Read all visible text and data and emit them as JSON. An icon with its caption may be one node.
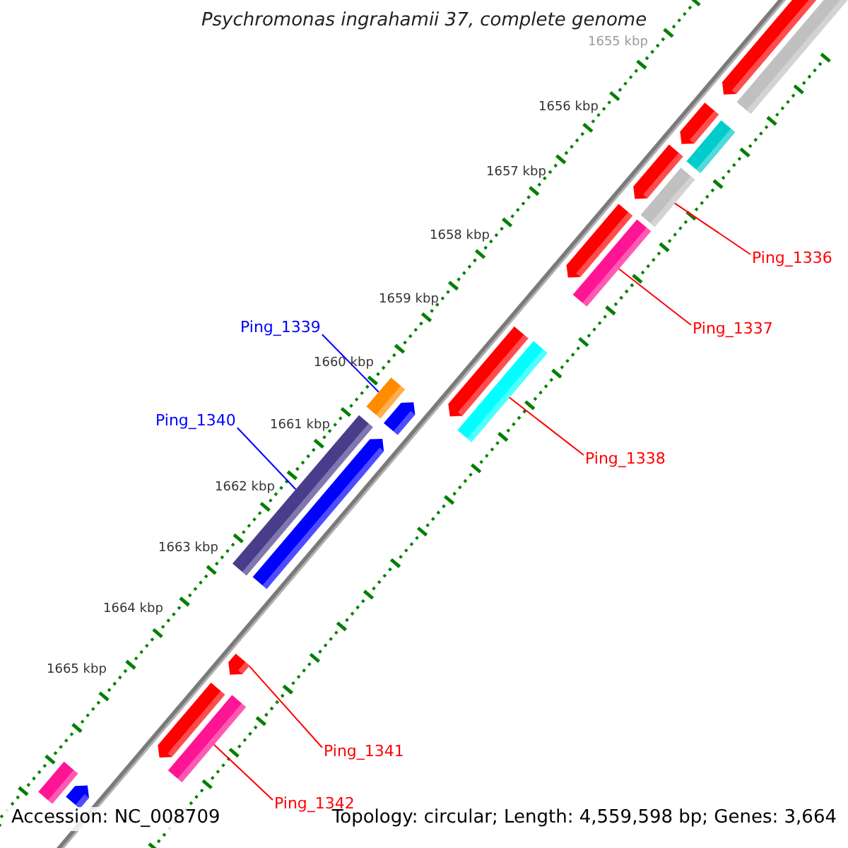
{
  "diagram": {
    "title": "Psychromonas ingrahamii 37, complete genome",
    "nodes": [
      {
        "text": [
          "Ping_1336"
        ]
      },
      {
        "text": [
          "Ping_1339"
        ]
      },
      {
        "text": [
          "Ping_1337"
        ]
      },
      {
        "text": [
          "Ping_1340"
        ]
      },
      {
        "text": [
          "Ping_1338"
        ]
      },
      {
        "text": [
          "Ping_1341"
        ]
      },
      {
        "text": [
          "Ping_1342"
        ]
      },
      {
        "text": [],
        "shape": "bar"
      },
      {
        "text": [],
        "shape": "bar"
      },
      {
        "text": [],
        "shape": "bar"
      },
      {
        "text": [],
        "shape": "bar"
      },
      {
        "text": [],
        "shape": "bar"
      },
      {
        "text": [],
        "shape": "bar"
      },
      {
        "text": [],
        "shape": "bar"
      },
      {
        "text": [],
        "shape": "bar"
      },
      {
        "text": [],
        "shape": "bar"
      },
      {
        "text": [],
        "shape": "bar"
      },
      {
        "text": [],
        "shape": "bar"
      },
      {
        "text": [],
        "shape": "bar"
      },
      {
        "text": [],
        "shape": "bar"
      },
      {
        "text": [],
        "shape": "bar"
      },
      {
        "text": [],
        "shape": "bar"
      },
      {
        "text": [],
        "shape": "bar"
      },
      {
        "text": [],
        "shape": "bar"
      },
      {
        "text": [],
        "shape": "bar"
      },
      {
        "text": [],
        "shape": "bar"
      }
    ],
    "edges": [
      {
        "from": 0,
        "to": 12,
        "arrow": "none"
      },
      {
        "from": 1,
        "to": 17,
        "arrow": "none",
        "color": "#0000ff"
      },
      {
        "from": 2,
        "to": 14,
        "arrow": "none"
      },
      {
        "from": 3,
        "to": 19,
        "arrow": "none",
        "color": "#0000ff"
      },
      {
        "from": 4,
        "to": 16,
        "arrow": "none"
      },
      {
        "from": 5,
        "to": 21,
        "arrow": "none"
      },
      {
        "from": 6,
        "to": 23,
        "arrow": "none"
      }
    ],
    "labels": [
      "1655 kbp",
      "1656 kbp",
      "1657 kbp",
      "1658 kbp",
      "1659 kbp",
      "1660 kbp",
      "1661 kbp",
      "1662 kbp",
      "1663 kbp",
      "1664 kbp",
      "1665 kbp",
      "Accession: NC_008709",
      "Topology: circular; Length: 4,559,598 bp; Genes: 3,664"
    ]
  }
}
